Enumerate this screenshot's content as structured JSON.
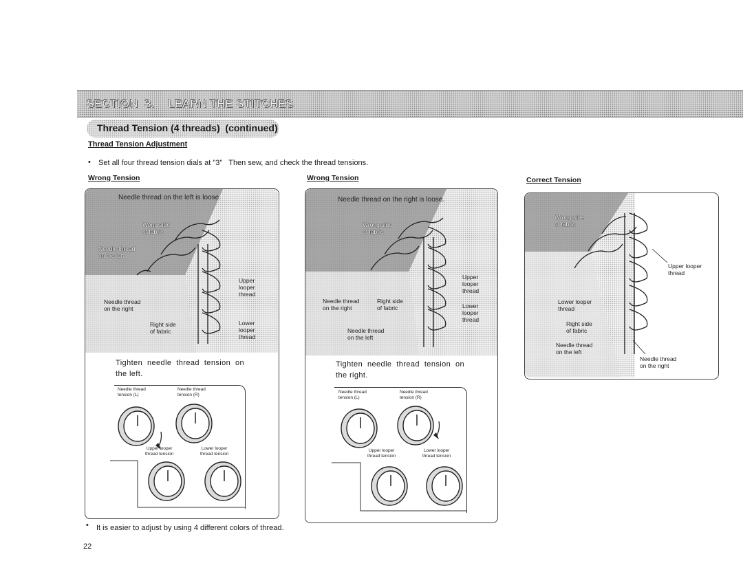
{
  "section": {
    "title": "SECTION  3.    LEARN THE STITCHES"
  },
  "heading": "Thread Tension (4 threads)  (continued)",
  "subheading": "Thread Tension Adjustment",
  "bullet_main": "Set all four thread tension dials at \"3\"   Then sew, and check the thread tensions.",
  "panels": [
    {
      "header": "Wrong Tension",
      "top_text": "Needle thread on the left is loose.",
      "labels": [
        "Wong side\nof fabric",
        "Needle thread\non the left",
        "Upper\nlooper\nthread",
        "Needle thread\non the right",
        "Right side\nof fabric",
        "Lower\nlooper\nthread"
      ],
      "caption": "Tighten  needle  thread  tension  on\nthe left.",
      "dials_labels": [
        "Needle thread\ntension (L)",
        "Needle thread\ntension (R)",
        "Upper looper\nthread tension",
        "Lower looper\nthread tension"
      ]
    },
    {
      "header": "Wrong Tension",
      "top_text": "Needle thread on the right is loose.",
      "labels": [
        "Wrong side\nof fabric",
        "Upper\nlooper\nthread",
        "Needle thread\non the right",
        "Right side\nof fabric",
        "Lower\nlooper\nthread",
        "Needle thread\non the left"
      ],
      "caption": "Tighten  needle  thread  tension  on\nthe right.",
      "dials_labels": [
        "Needle thread\ntension (L)",
        "Needle thread\ntension (R)",
        "Upper looper\nthread tension",
        "Lower looper\nthread tension"
      ]
    },
    {
      "header": "Correct Tension",
      "labels": [
        "Wrong side\nof fabric",
        "Upper looper\nthread",
        "Lower looper\nthread",
        "Right side\nof fabric",
        "Needle thread\non the left",
        "Needle thread\non the right"
      ]
    }
  ],
  "bullet_footer": "It is easier to adjust by using 4 different colors of thread.",
  "page_number": "22"
}
